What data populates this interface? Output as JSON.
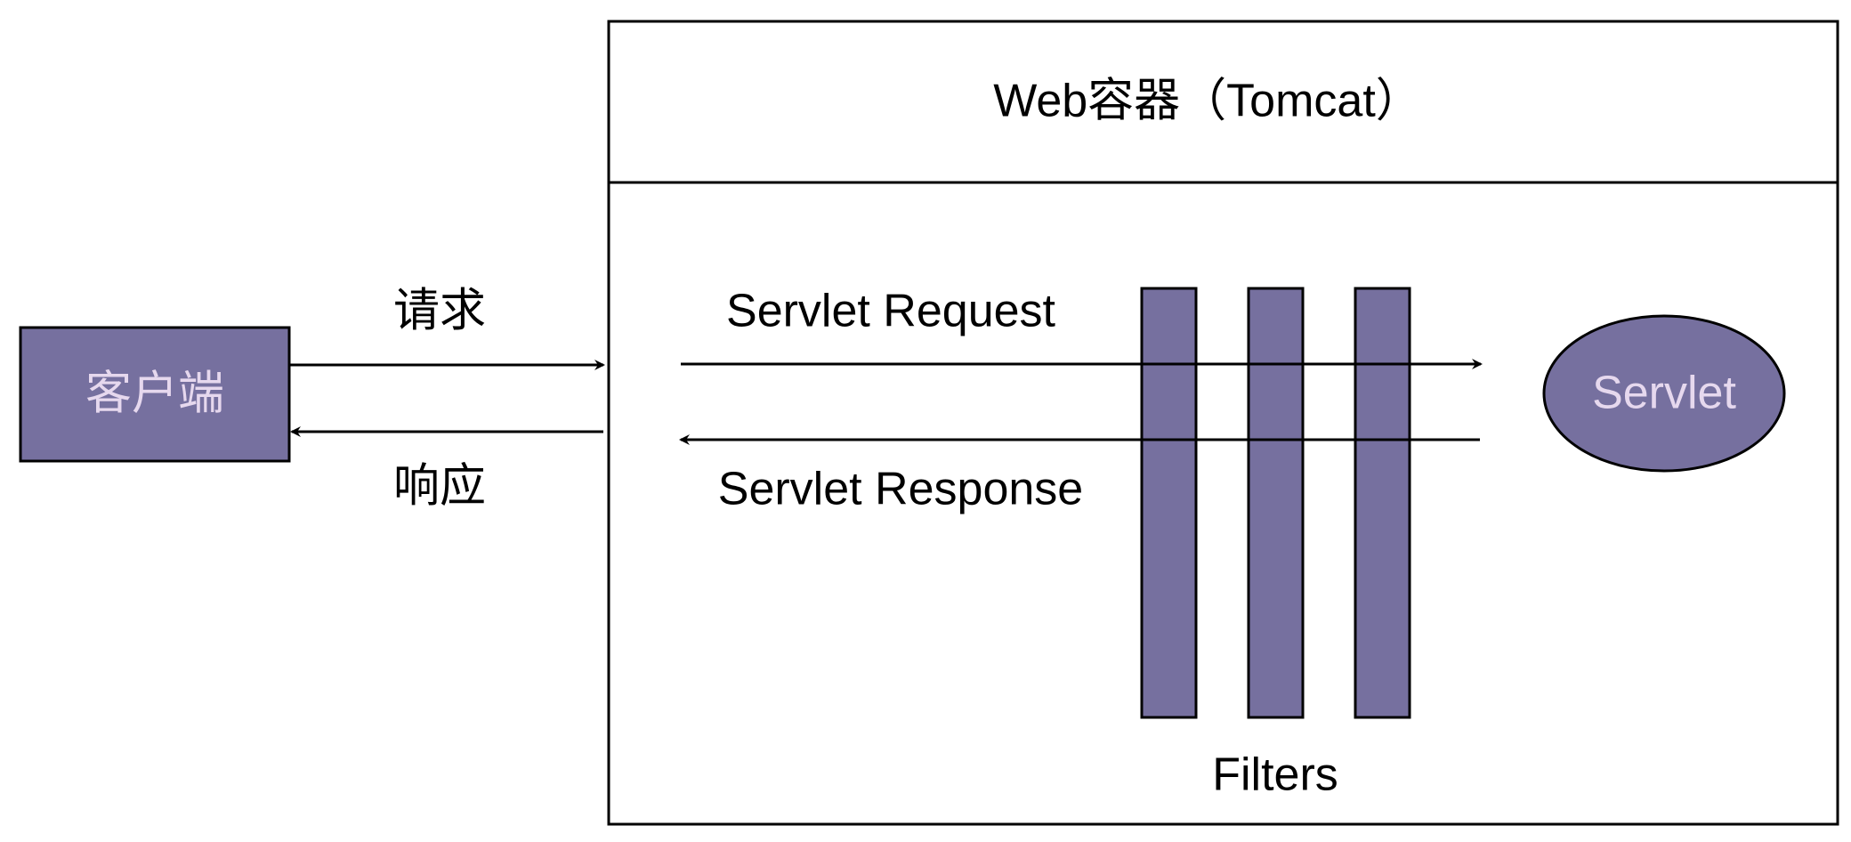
{
  "colors": {
    "node_fill": "#76709f",
    "node_text": "#e6d8ee",
    "line": "#000000",
    "background": "#ffffff"
  },
  "client": {
    "label": "客户端"
  },
  "container": {
    "title": "Web容器（Tomcat）"
  },
  "edges": {
    "request_label": "请求",
    "response_label": "响应",
    "servlet_request_label": "Servlet Request",
    "servlet_response_label": "Servlet Response"
  },
  "filters": {
    "label": "Filters",
    "count": 3
  },
  "servlet": {
    "label": "Servlet"
  }
}
